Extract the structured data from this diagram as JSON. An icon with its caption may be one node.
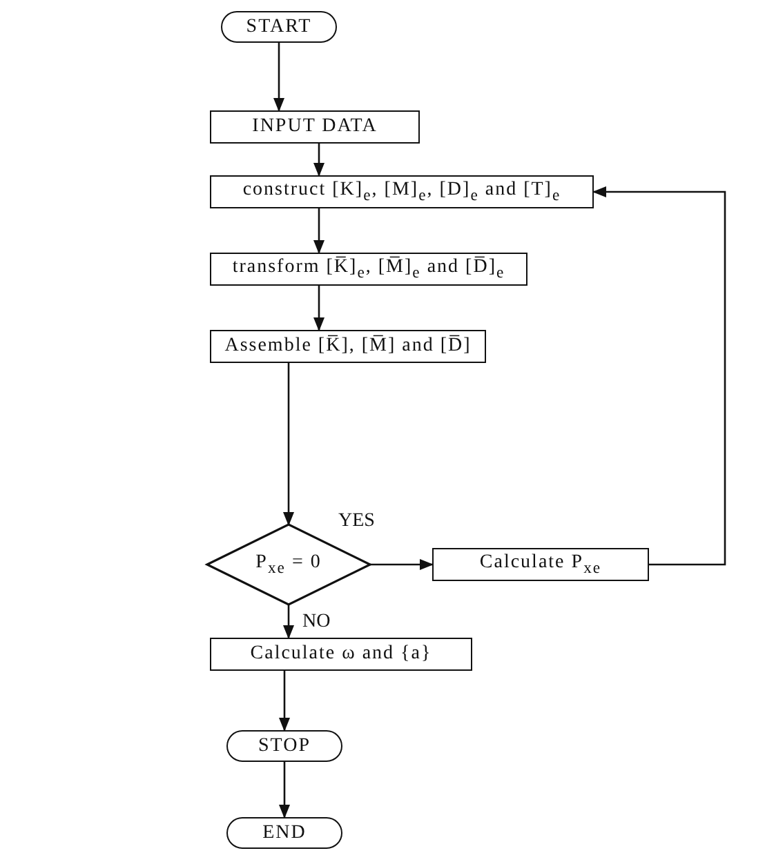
{
  "diagram": {
    "nodes": [
      {
        "text": [
          "START"
        ]
      },
      {
        "text": [
          "INPUT DATA"
        ]
      },
      {
        "text": [
          "construct [K]$_{e}$, [M]$_{e}$, [D]$_{e}$ and [T]$_{e}$"
        ]
      },
      {
        "text": [
          "transform [K̅]$_{e}$, [M̅]$_{e}$ and [D̅]$_{e}$"
        ]
      },
      {
        "text": [
          "Assemble [K̅], [M̅] and [D̅]"
        ]
      },
      {
        "text": [
          "P$_{xe}$ = 0"
        ]
      },
      {
        "text": [
          "Calculate P$_{xe}$"
        ]
      },
      {
        "text": [
          "Calculate ω and {a}"
        ]
      },
      {
        "text": [
          "STOP"
        ]
      },
      {
        "text": [
          "END"
        ]
      }
    ],
    "edges": [
      {
        "from": 0,
        "to": 1,
        "arrow": "to"
      },
      {
        "from": 1,
        "to": 2,
        "arrow": "to"
      },
      {
        "from": 2,
        "to": 3,
        "arrow": "to"
      },
      {
        "from": 3,
        "to": 4,
        "arrow": "to"
      },
      {
        "from": 4,
        "to": 5,
        "arrow": "to"
      },
      {
        "from": 5,
        "to": 6,
        "arrow": "to",
        "label": "YES"
      },
      {
        "from": 6,
        "to": 2,
        "arrow": "to"
      },
      {
        "from": 5,
        "to": 7,
        "arrow": "to",
        "label": "NO"
      },
      {
        "from": 7,
        "to": 8,
        "arrow": "to"
      },
      {
        "from": 8,
        "to": 9,
        "arrow": "to"
      }
    ]
  }
}
